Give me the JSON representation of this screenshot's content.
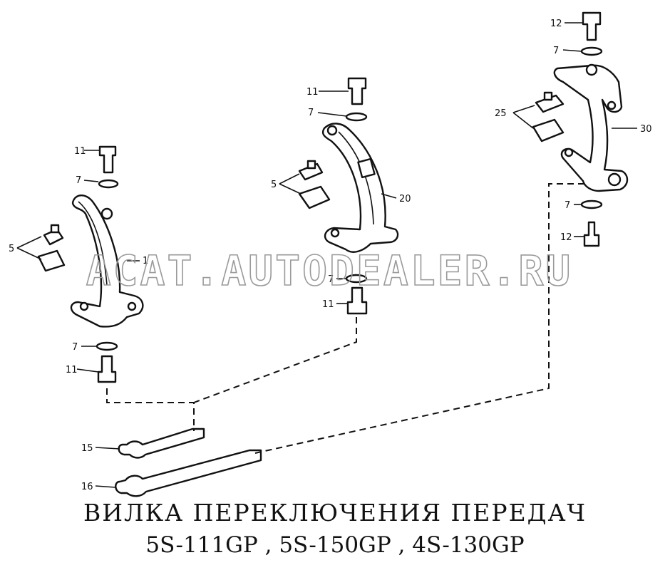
{
  "watermark": "ACAT.AUTODEALER.RU",
  "title": "ВИЛКА ПЕРЕКЛЮЧЕНИЯ ПЕРЕДАЧ",
  "subtitle": "5S-111GP , 5S-150GP , 4S-130GP",
  "callouts": {
    "fork1": {
      "part1": "1",
      "part5": "5",
      "part7_top": "7",
      "part11_top": "11",
      "part7_bottom": "7",
      "part11_bottom": "11"
    },
    "fork20": {
      "part20": "20",
      "part5": "5",
      "part7_top": "7",
      "part11_top": "11",
      "part7_bottom": "7",
      "part11_bottom": "11"
    },
    "fork30": {
      "part30": "30",
      "part25": "25",
      "part7_top": "7",
      "part12_top": "12",
      "part7_bottom": "7",
      "part12_bottom": "12"
    },
    "rods": {
      "part15": "15",
      "part16": "16"
    }
  }
}
